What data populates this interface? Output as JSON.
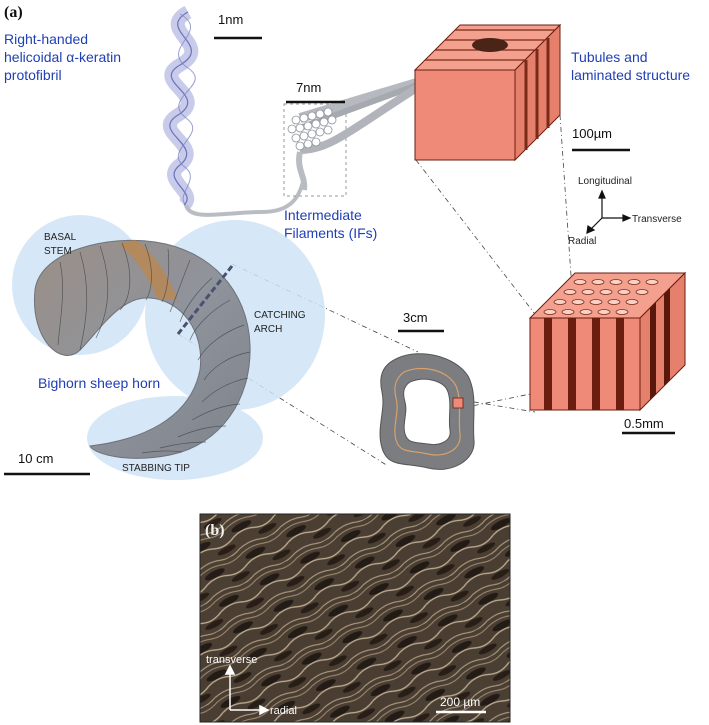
{
  "panel_a": {
    "label": "(a)",
    "protofibril": {
      "line1": "Right-handed",
      "line2": "helicoidal α-keratin",
      "line3": "protofibril"
    },
    "scale_1nm": "1nm",
    "scale_7nm": "7nm",
    "intermediate_filaments": {
      "line1": "Intermediate",
      "line2": "Filaments (IFs)"
    },
    "tubules": {
      "line1": "Tubules and",
      "line2": "laminated structure"
    },
    "scale_100um": "100µm",
    "axes": {
      "longitudinal": "Longitudinal",
      "transverse": "Transverse",
      "radial": "Radial"
    },
    "horn": {
      "basal_stem": {
        "line1": "BASAL",
        "line2": "STEM"
      },
      "catching_arch": {
        "line1": "CATCHING",
        "line2": "ARCH"
      },
      "title": "Bighorn sheep horn",
      "stabbing_tip": "STABBING TIP"
    },
    "scale_3cm": "3cm",
    "scale_05mm": "0.5mm",
    "scale_10cm": "10 cm"
  },
  "panel_b": {
    "label": "(b)",
    "axis_transverse": "transverse",
    "axis_radial": "radial",
    "scale_200um": "200 µm"
  },
  "colors": {
    "label_blue": "#1f3fb5",
    "cube_face": "#ef8a78",
    "tubule_dark": "#6b1e10",
    "horn_gray": "#8a8d94",
    "horn_highlight": "#c9e0f5",
    "micrograph_bg": "#3a3128"
  }
}
